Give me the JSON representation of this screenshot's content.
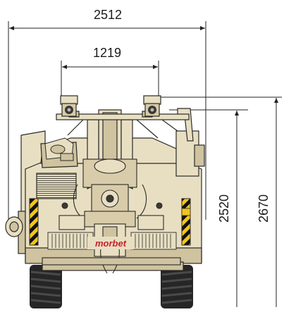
{
  "dimensions": {
    "overall_width": "2512",
    "track_width": "1219",
    "height_low": "2520",
    "height_high": "2670"
  },
  "brand": {
    "logo_text": "morbet",
    "logo_color": "#c8202a"
  },
  "colors": {
    "body": "#e8dfc3",
    "body_shadow": "#cfc3a0",
    "outline": "#2b2a26",
    "tire": "#262626",
    "hazard_yellow": "#f2c51b",
    "hazard_black": "#111111",
    "dimension_line": "#222222"
  }
}
